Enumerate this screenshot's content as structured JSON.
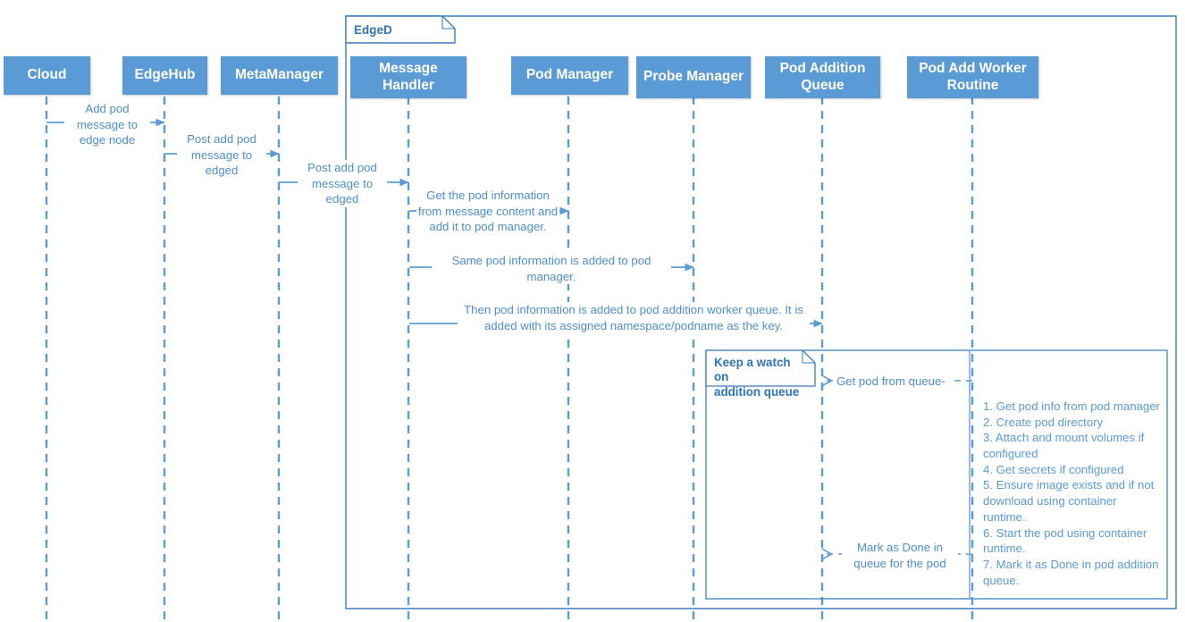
{
  "diagram": {
    "title": "EdgeD pod addition sequence diagram",
    "accent_color": "#5B9BD5",
    "frame": {
      "label": "EdgeD"
    },
    "loop_fragment": {
      "label_line1": "Keep a watch on",
      "label_line2": "addition queue"
    },
    "lifelines": [
      {
        "id": "cloud",
        "label": "Cloud"
      },
      {
        "id": "edgehub",
        "label": "EdgeHub"
      },
      {
        "id": "metamanager",
        "label": "MetaManager"
      },
      {
        "id": "message-handler",
        "label": "Message Handler"
      },
      {
        "id": "pod-manager",
        "label": "Pod Manager"
      },
      {
        "id": "probe-manager",
        "label": "Probe Manager"
      },
      {
        "id": "pod-addition-queue",
        "label": "Pod Addition Queue"
      },
      {
        "id": "pod-add-worker-routine",
        "label": "Pod Add Worker Routine"
      }
    ],
    "messages": [
      {
        "id": "m1",
        "from": "cloud",
        "to": "edgehub",
        "text": "Add pod message to edge node",
        "style": "solid"
      },
      {
        "id": "m2",
        "from": "edgehub",
        "to": "metamanager",
        "text": "Post add pod message to edged",
        "style": "solid"
      },
      {
        "id": "m3",
        "from": "metamanager",
        "to": "message-handler",
        "text": "Post add pod message to edged",
        "style": "solid"
      },
      {
        "id": "m4",
        "from": "message-handler",
        "to": "pod-manager",
        "text": "Get the pod information from message content and add it to pod manager.",
        "style": "solid"
      },
      {
        "id": "m5",
        "from": "message-handler",
        "to": "probe-manager",
        "text": "Same pod information is added to pod manager.",
        "style": "solid"
      },
      {
        "id": "m6",
        "from": "message-handler",
        "to": "pod-addition-queue",
        "text": "Then pod information is added to pod addition worker queue. It is added with its assigned namespace/podname as the key.",
        "style": "solid"
      },
      {
        "id": "m7",
        "from": "pod-add-worker-routine",
        "to": "pod-addition-queue",
        "text": "Get pod from queue-",
        "style": "dashed"
      },
      {
        "id": "m8",
        "from": "pod-add-worker-routine",
        "to": "pod-addition-queue",
        "text": "Mark as Done in queue for the pod",
        "style": "dashed"
      }
    ],
    "note": {
      "id": "worker-steps-note",
      "lines": [
        "1. Get pod info from pod manager",
        "2. Create pod directory",
        "3. Attach and mount volumes if",
        "configured",
        "4. Get secrets if configured",
        "5. Ensure image exists and if not",
        "download using container runtime.",
        "6. Start the pod using container",
        "runtime.",
        "7. Mark it as Done in pod addition",
        "queue."
      ]
    }
  }
}
